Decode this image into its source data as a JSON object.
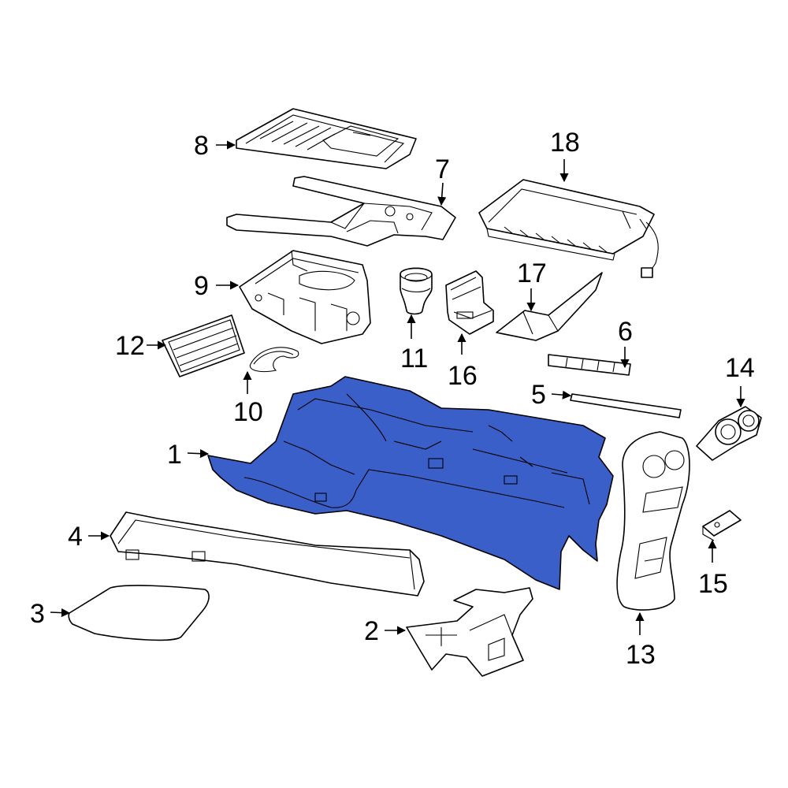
{
  "diagram": {
    "highlight_color": "#3a5fc8",
    "callouts": {
      "c1": "1",
      "c2": "2",
      "c3": "3",
      "c4": "4",
      "c5": "5",
      "c6": "6",
      "c7": "7",
      "c8": "8",
      "c9": "9",
      "c10": "10",
      "c11": "11",
      "c12": "12",
      "c13": "13",
      "c14": "14",
      "c15": "15",
      "c16": "16",
      "c17": "17",
      "c18": "18"
    }
  }
}
